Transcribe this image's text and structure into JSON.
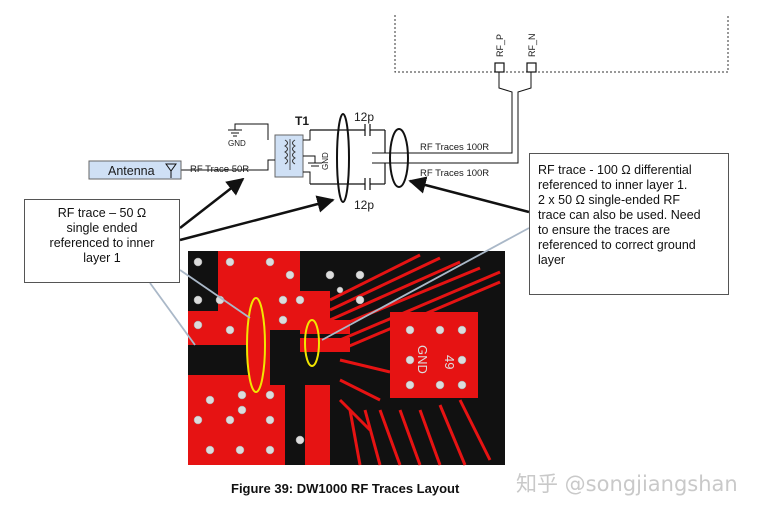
{
  "schematic": {
    "pin_p": "RF_P",
    "pin_n": "RF_N",
    "transformer": "T1",
    "gnd_left": "GND",
    "gnd_mid": "GND",
    "cap_top": "12p",
    "cap_bottom": "12p",
    "trace_top": "RF  Traces 100R",
    "trace_bottom": "RF  Traces 100R",
    "antenna": "Antenna",
    "trace_50": "RF  Trace 50R"
  },
  "notes": {
    "left": [
      "RF trace – 50 Ω",
      "single ended",
      "referenced to inner",
      "layer 1"
    ],
    "right": [
      "RF trace -  100 Ω differential",
      "referenced to inner layer 1.",
      "2 x 50 Ω single-ended RF",
      "trace can also be used. Need",
      "to ensure the traces are",
      "referenced to correct ground",
      "layer"
    ]
  },
  "pcb": {
    "pad_label": "GND",
    "pad_number": "49"
  },
  "caption": "Figure 39: DW1000 RF Traces Layout",
  "watermark": "知乎 @songjiangshan",
  "colors": {
    "copper": "#e61313",
    "board": "#111111",
    "highlight": "#f2e600",
    "pad": "#dcdcdc",
    "component_fill": "#cfe0f5"
  }
}
